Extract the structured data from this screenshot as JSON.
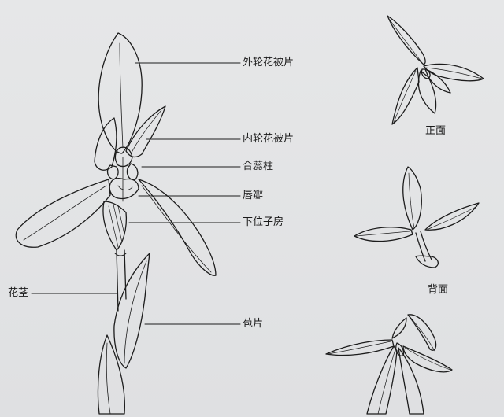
{
  "labels": {
    "outer_tepal": "外轮花被片",
    "inner_tepal": "内轮花被片",
    "column": "合蕊柱",
    "lip": "唇瓣",
    "ovary": "下位子房",
    "stem": "花茎",
    "bract": "苞片"
  },
  "views": {
    "front": "正面",
    "back": "背面"
  },
  "colors": {
    "background": "#e4e5e6",
    "ink": "#1a1a1a"
  }
}
